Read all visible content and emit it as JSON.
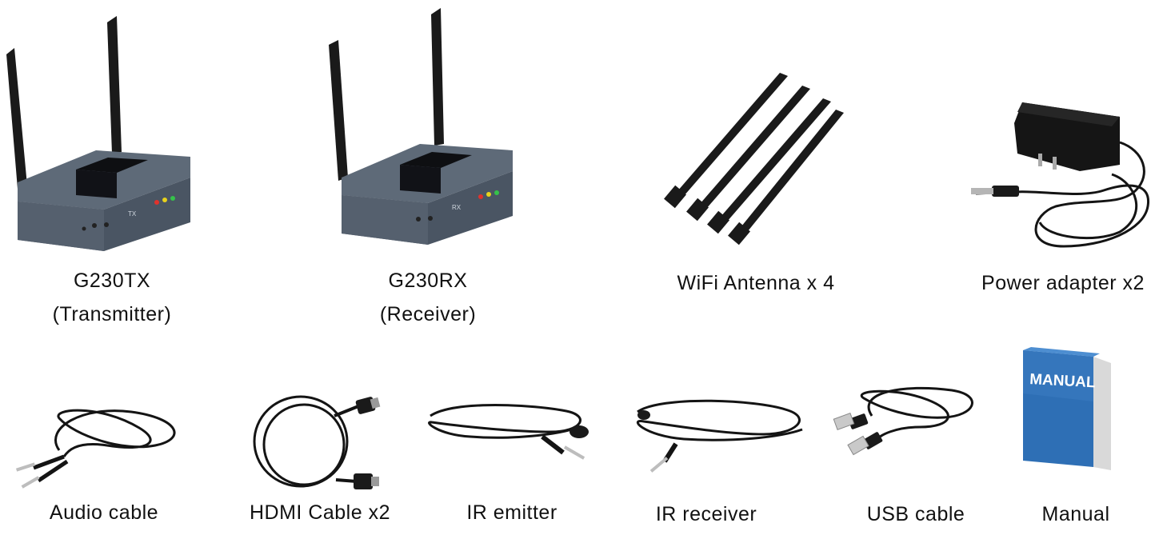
{
  "colors": {
    "background": "#ffffff",
    "text": "#111111",
    "device_body": "#4a5563",
    "device_face": "#5a6573",
    "antenna": "#1a1a1a",
    "cable": "#141414",
    "manual_blue": "#2e6fb5",
    "led_red": "#e0322c",
    "led_yellow": "#e8d21c",
    "led_green": "#35c24a"
  },
  "items": {
    "transmitter": {
      "icon": "transmitter-device-icon",
      "line1": "G230TX",
      "line2": "(Transmitter)",
      "panel_label": "TX"
    },
    "receiver": {
      "icon": "receiver-device-icon",
      "line1": "G230RX",
      "line2": "(Receiver)",
      "panel_label": "RX"
    },
    "antenna": {
      "icon": "wifi-antenna-icon",
      "label": "WiFi Antenna x 4"
    },
    "power_adapter": {
      "icon": "power-adapter-icon",
      "label": "Power adapter x2"
    },
    "audio_cable": {
      "icon": "audio-cable-icon",
      "label": "Audio cable"
    },
    "hdmi_cable": {
      "icon": "hdmi-cable-icon",
      "label": "HDMI Cable x2"
    },
    "ir_emitter": {
      "icon": "ir-emitter-icon",
      "label": "IR emitter"
    },
    "ir_receiver": {
      "icon": "ir-receiver-icon",
      "label": "IR receiver"
    },
    "usb_cable": {
      "icon": "usb-cable-icon",
      "label": "USB cable"
    },
    "manual": {
      "icon": "manual-book-icon",
      "label": "Manual",
      "cover_text": "MANUAL"
    }
  }
}
